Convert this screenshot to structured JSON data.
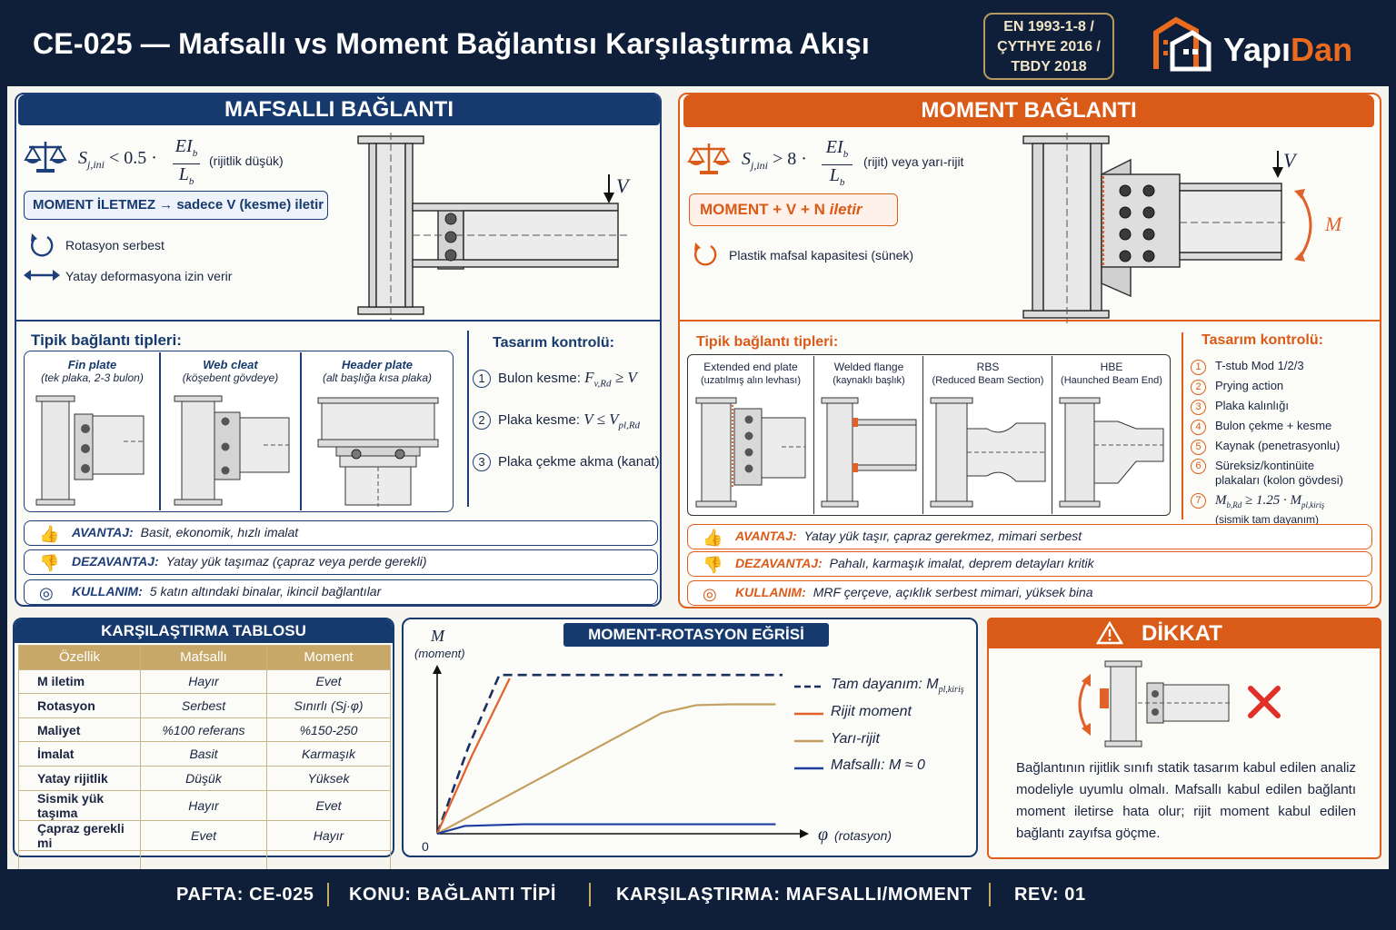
{
  "header": {
    "title": "CE-025 — Mafsallı vs Moment Bağlantısı Karşılaştırma Akışı",
    "standards": [
      "EN 1993-1-8 /",
      "ÇYTHYE 2016 /",
      "TBDY 2018"
    ],
    "logo": {
      "part1": "Yapı",
      "part2": "Dan",
      "icon": "building-logo-icon"
    }
  },
  "pinned": {
    "title": "MAFSALLI BAĞLANTI",
    "stiffness_condition": "S",
    "stiffness_sub": "j,ini",
    "stiffness_rel": "< 0.5 ·",
    "frac_num": "EI",
    "frac_num_sub": "b",
    "frac_den": "L",
    "frac_den_sub": "b",
    "stiffness_note": "(rijitlik düşük)",
    "transfer": "MOMENT İLETMEZ → sadece V (kesme) iletir",
    "features": [
      {
        "icon": "rotation-icon",
        "text": "Rotasyon serbest"
      },
      {
        "icon": "double-arrow-icon",
        "text": "Yatay deformasyona izin verir"
      }
    ],
    "load_label": "V",
    "types_title": "Tipik bağlantı tipleri:",
    "types": [
      {
        "name": "Fin plate",
        "desc": "(tek plaka, 2-3 bulon)"
      },
      {
        "name": "Web cleat",
        "desc": "(köşebent gövdeye)"
      },
      {
        "name": "Header plate",
        "desc": "(alt başlığa kısa plaka)"
      }
    ],
    "checks_title": "Tasarım kontrolü:",
    "checks": [
      {
        "n": "1",
        "text": "Bulon kesme:",
        "formula": "F",
        "sub": "v,Rd",
        "tail": " ≥ V"
      },
      {
        "n": "2",
        "text": "Plaka kesme:",
        "formula": "V ≤ V",
        "sub": "pl,Rd",
        "tail": ""
      },
      {
        "n": "3",
        "text": "Plaka çekme akma (kanat)",
        "formula": "",
        "sub": "",
        "tail": ""
      }
    ],
    "advantage_label": "AVANTAJ:",
    "advantage": "Basit, ekonomik, hızlı imalat",
    "disadvantage_label": "DEZAVANTAJ:",
    "disadvantage": "Yatay yük taşımaz (çapraz veya perde gerekli)",
    "usage_label": "KULLANIM:",
    "usage": "5 katın altındaki binalar, ikincil bağlantılar"
  },
  "moment": {
    "title": "MOMENT BAĞLANTI",
    "stiffness_condition": "S",
    "stiffness_sub": "j,ini",
    "stiffness_rel": "> 8 ·",
    "frac_num": "EI",
    "frac_num_sub": "b",
    "frac_den": "L",
    "frac_den_sub": "b",
    "stiffness_note": "(rijit) veya yarı-rijit",
    "transfer_main": "MOMENT + V + N ",
    "transfer_it": "iletir",
    "features": [
      {
        "icon": "rotation-icon",
        "text": "Plastik mafsal kapasitesi (sünek)"
      }
    ],
    "load_label": "V",
    "moment_label": "M",
    "types_title": "Tipik bağlantı tipleri:",
    "types": [
      {
        "name": "Extended end plate",
        "desc": "(uzatılmış alın levhası)"
      },
      {
        "name": "Welded flange",
        "desc": "(kaynaklı başlık)"
      },
      {
        "name": "RBS",
        "desc": "(Reduced Beam Section)"
      },
      {
        "name": "HBE",
        "desc": "(Haunched Beam End)"
      }
    ],
    "checks_title": "Tasarım kontrolü:",
    "checks": [
      "T-stub Mod 1/2/3",
      "Prying action",
      "Plaka kalınlığı",
      "Bulon çekme + kesme",
      "Kaynak (penetrasyonlu)",
      "Süreksiz/kontinüite plakaları (kolon gövdesi)"
    ],
    "check7_formula": "M",
    "check7_sub": "b,Rd",
    "check7_rel": " ≥ 1.25 · M",
    "check7_sub2": "pl,kiriş",
    "check7_note": "(sismik tam dayanım)",
    "advantage_label": "AVANTAJ:",
    "advantage": "Yatay yük taşır, çapraz gerekmez, mimari serbest",
    "disadvantage_label": "DEZAVANTAJ:",
    "disadvantage": "Pahalı, karmaşık imalat, deprem detayları kritik",
    "usage_label": "KULLANIM:",
    "usage": "MRF çerçeve, açıklık serbest mimari, yüksek bina"
  },
  "table": {
    "title": "KARŞILAŞTIRMA TABLOSU",
    "headers": [
      "Özellik",
      "Mafsallı",
      "Moment"
    ],
    "rows": [
      [
        "M iletim",
        "Hayır",
        "Evet"
      ],
      [
        "Rotasyon",
        "Serbest",
        "Sınırlı (Sj·φ)"
      ],
      [
        "Maliyet",
        "%100 referans",
        "%150-250"
      ],
      [
        "İmalat",
        "Basit",
        "Karmaşık"
      ],
      [
        "Yatay rijitlik",
        "Düşük",
        "Yüksek"
      ],
      [
        "Sismik yük taşıma",
        "Hayır",
        "Evet"
      ],
      [
        "Çapraz gerekli mi",
        "Evet",
        "Hayır"
      ]
    ]
  },
  "chart_data": {
    "type": "line",
    "title": "MOMENT-ROTASYON EĞRİSİ",
    "ylabel": "M",
    "ylabel_sub": "(moment)",
    "xlabel": "φ",
    "xlabel_sub": "(rotasyon)",
    "origin_label": "0",
    "xlim": [
      0,
      10
    ],
    "ylim": [
      0,
      10
    ],
    "grid": false,
    "legend_position": "right",
    "series": [
      {
        "name": "Tam dayanım: M",
        "name_sub": "pl,kiriş",
        "style": "dashed",
        "color": "#1b2f5e",
        "x": [
          0,
          0.9,
          1.8,
          10
        ],
        "y": [
          0,
          5,
          9.2,
          9.2
        ]
      },
      {
        "name": "Rijit moment",
        "style": "solid",
        "color": "#e0622a",
        "x": [
          0,
          1.0,
          2.1
        ],
        "y": [
          0,
          4.5,
          9.0
        ]
      },
      {
        "name": "Yarı-rijit",
        "style": "solid",
        "color": "#c4a060",
        "x": [
          0,
          6.5,
          7.5,
          8.5,
          9.8
        ],
        "y": [
          0,
          7.0,
          7.45,
          7.5,
          7.5
        ]
      },
      {
        "name": "Mafsallı: M ≈ 0",
        "style": "solid",
        "color": "#1d3ea0",
        "x": [
          0,
          0.8,
          2.5,
          9.8
        ],
        "y": [
          0,
          0.45,
          0.55,
          0.55
        ]
      }
    ]
  },
  "warning": {
    "title": "DİKKAT",
    "text": "Bağlantının rijitlik sınıfı statik tasarım kabul edilen analiz modeliyle uyumlu olmalı. Mafsallı kabul edilen bağlantı moment iletirse hata olur; rijit moment kabul edilen bağlantı zayıfsa göçme."
  },
  "footer": {
    "sheet": "PAFTA: CE-025",
    "topic": "KONU: BAĞLANTI TİPİ",
    "comparison": "KARŞILAŞTIRMA: MAFSALLI/MOMENT",
    "rev": "REV: 01"
  },
  "colors": {
    "navy": "#0f1f3a",
    "blue": "#1d3e78",
    "orange": "#da5a17",
    "gold": "#c8a868"
  }
}
